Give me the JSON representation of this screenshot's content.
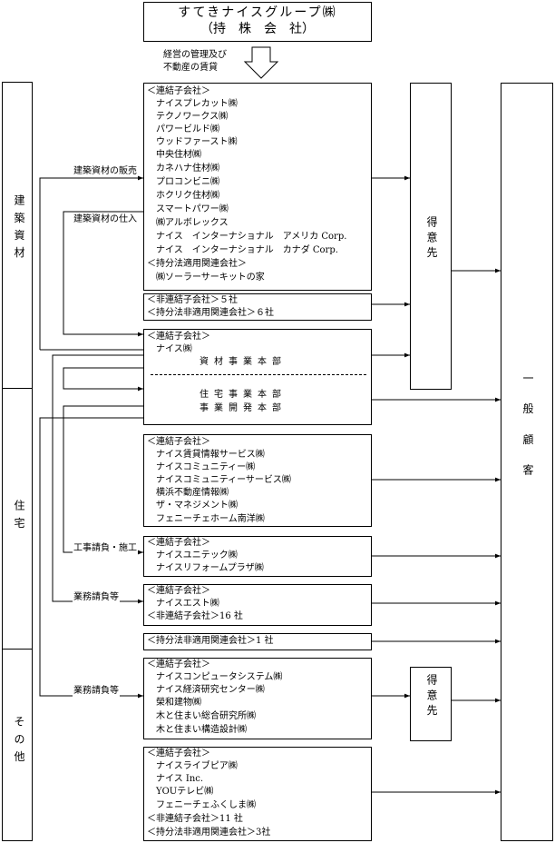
{
  "header": {
    "company": "すてきナイスグループ㈱",
    "role": "（持　株　会　社）",
    "arrow_label": [
      "経営の管理及び",
      "不動産の賃貸"
    ]
  },
  "segments": {
    "building_materials": "建築資材",
    "housing": "住宅",
    "other": "その他"
  },
  "flow_labels": {
    "sales_of_materials": "建築資材の販売",
    "purchase_of_materials": "建築資材の仕入",
    "construction": "工事請負・施工",
    "business_contract_1": "業務請負等",
    "business_contract_2": "業務請負等"
  },
  "boxes": {
    "materials_subsidiaries": [
      "＜連結子会社＞",
      "　ナイスプレカット㈱",
      "　テクノワークス㈱",
      "　パワービルド㈱",
      "　ウッドファースト㈱",
      "　中央住材㈱",
      "　カネハナ住材㈱",
      "　プロコンビニ㈱",
      "　ホクリク住材㈱",
      "　スマートパワー㈱",
      "　㈱アルボレックス",
      "　ナイス　インターナショナル　アメリカ Corp.",
      "　ナイス　インターナショナル　カナダ Corp.",
      "＜持分法適用関連会社＞",
      "　㈱ソーラーサーキットの家"
    ],
    "materials_other": [
      "＜非連結子会社＞５社",
      "＜持分法非適用関連会社＞６社"
    ],
    "nice_box": {
      "header": "＜連結子会社＞",
      "company": "　ナイス㈱",
      "division_materials": "資材事業本部",
      "division_housing": "住宅事業本部",
      "division_development": "事業開発本部"
    },
    "housing_subsidiaries": [
      "＜連結子会社＞",
      "　ナイス賃貸情報サービス㈱",
      "　ナイスコミュニティー㈱",
      "　ナイスコミュニティーサービス㈱",
      "　横浜不動産情報㈱",
      "　ザ・マネジメント㈱",
      "　フェニーチェホーム南洋㈱"
    ],
    "construction_subsidiaries": [
      "＜連結子会社＞",
      "　ナイスユニテック㈱",
      "　ナイスリフォームプラザ㈱"
    ],
    "housing_services": [
      "＜連結子会社＞",
      "　ナイスエスト㈱",
      "＜非連結子会社＞16 社"
    ],
    "housing_affiliate": [
      "＜持分法非適用関連会社＞1 社"
    ],
    "other_subsidiaries_1": [
      "＜連結子会社＞",
      "　ナイスコンピュータシステム㈱",
      "　ナイス経済研究センター㈱",
      "　榮和建物㈱",
      "　木と住まい総合研究所㈱",
      "　木と住まい構造設計㈱"
    ],
    "other_subsidiaries_2": [
      "＜連結子会社＞",
      "　ナイスライブピア㈱",
      "　ナイス Inc.",
      "　YOUテレビ㈱",
      "　フェニーチェふくしま㈱",
      "＜非連結子会社＞11 社",
      "＜持分法非適用関連会社＞3社"
    ]
  },
  "customers": {
    "business_clients": "得意先",
    "business_clients_2": "得意先",
    "general_customers": "一般顧客"
  }
}
